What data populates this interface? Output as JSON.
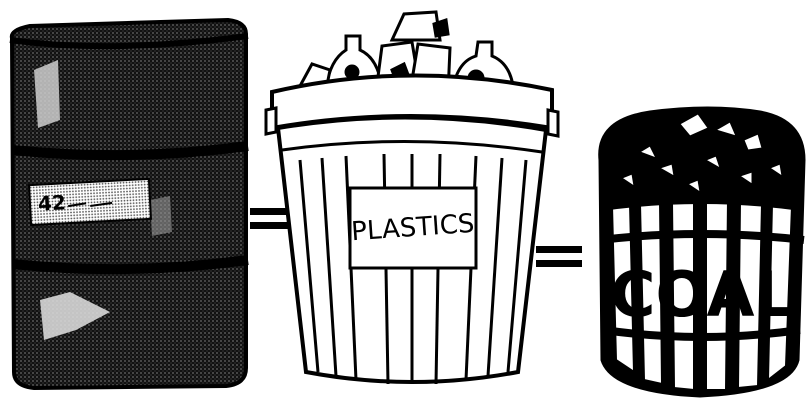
{
  "barrel": {
    "label": "42"
  },
  "bin": {
    "label": "PLASTICS"
  },
  "coal": {
    "label": "COAL"
  },
  "colors": {
    "ink": "#000000",
    "paper": "#ffffff",
    "halftone": "#3a3a3a"
  }
}
